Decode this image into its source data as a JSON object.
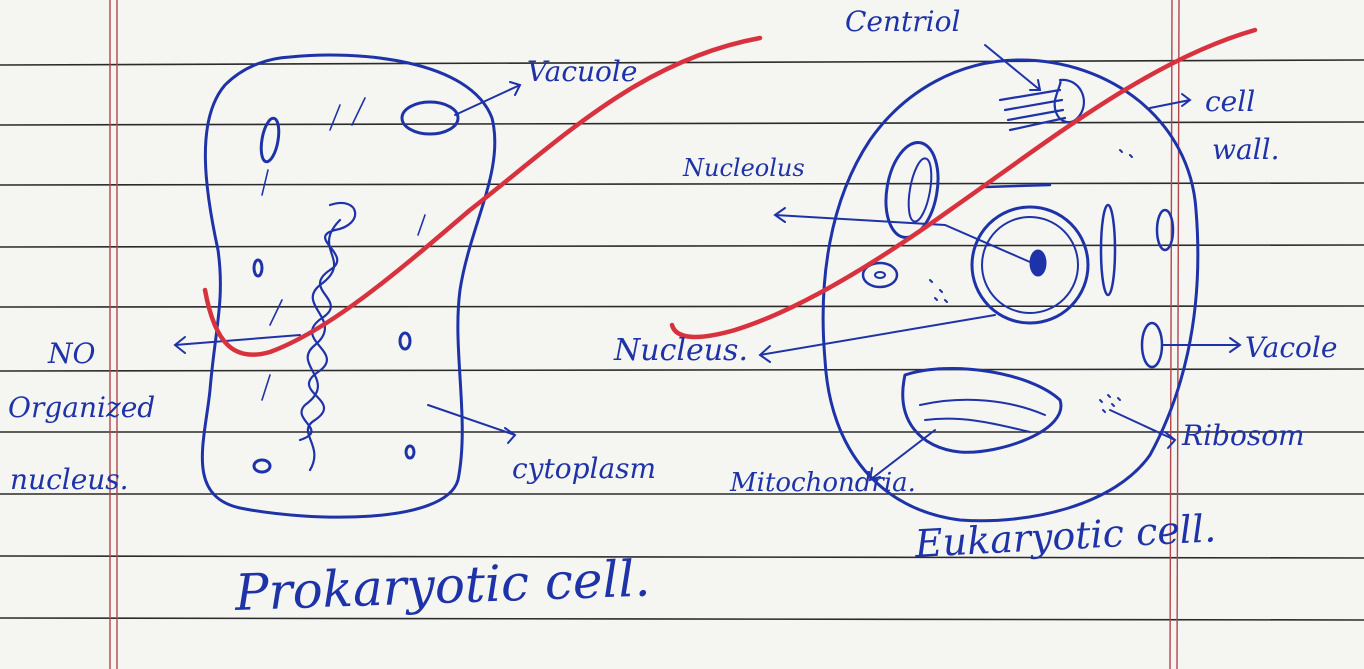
{
  "labels": {
    "vacuole_top": "Vacuole",
    "no_organized_nucleus": [
      "NO",
      "Organized",
      "nucleus."
    ],
    "cytoplasm": "cytoplasm",
    "prokaryotic_title": "Prokaryotic cell.",
    "centriole": "Centriol",
    "cell_wall": [
      "cell",
      "wall."
    ],
    "nucleolus": "Nucleolus",
    "nucleus": "Nucleus.",
    "vacuole_right": "Vacole",
    "ribosome": "Ribosom",
    "mitochondria": "Mitochondria.",
    "eukaryotic_title": "Eukaryotic cell."
  },
  "colors": {
    "ink": "#1f33a8",
    "correction_mark": "#d8323f",
    "paper": "#f5f5f2",
    "rule_line": "#2b2b2b",
    "margin_line": "#b2464b"
  }
}
